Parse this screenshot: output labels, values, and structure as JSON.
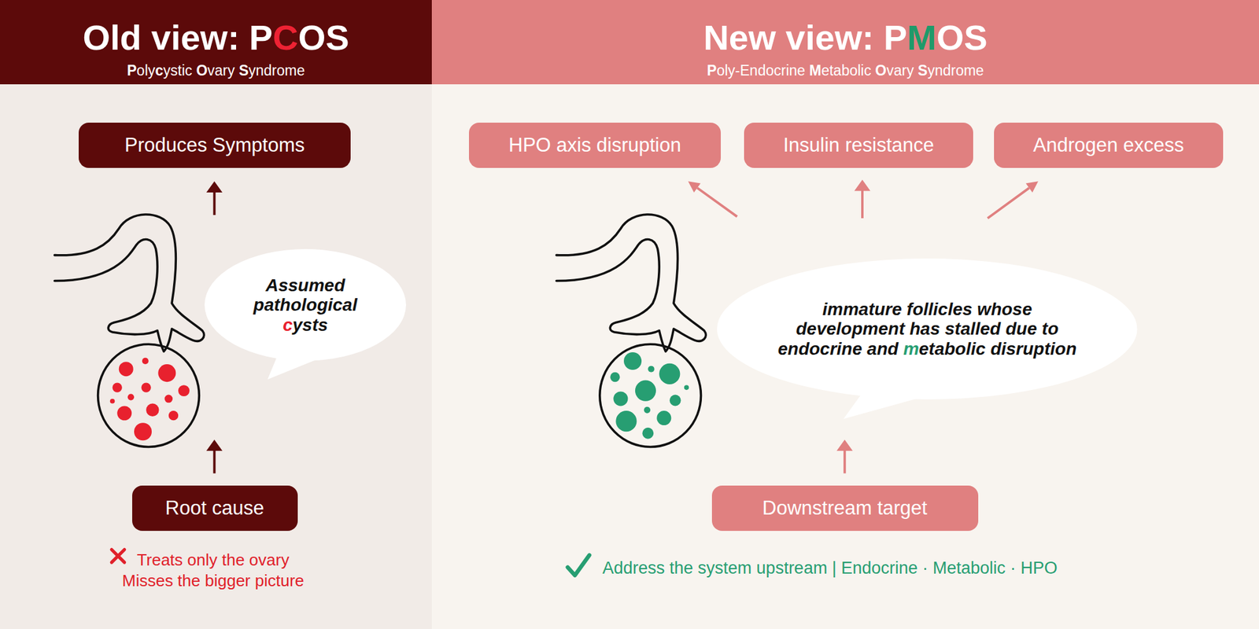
{
  "diagram": {
    "nodes": [
      {
        "text": [
          "Old view: PCOS",
          "Polycystic Ovary Syndrome"
        ]
      },
      {
        "text": [
          "New view: PMOS",
          "Poly-Endocrine Metabolic Ovary Syndrome"
        ]
      },
      {
        "text": [
          "Produces Symptoms"
        ]
      },
      {
        "text": [
          "Assumed pathological cysts"
        ]
      },
      {
        "text": [
          "Root cause"
        ]
      },
      {
        "text": [
          "HPO axis disruption"
        ]
      },
      {
        "text": [
          "Insulin resistance"
        ]
      },
      {
        "text": [
          "Androgen excess"
        ]
      },
      {
        "text": [
          "immature follicles whose development has stalled due to endocrine and metabolic disruption"
        ]
      },
      {
        "text": [
          "Downstream target"
        ]
      }
    ],
    "labels": [
      "Treats only the ovary Misses the bigger picture",
      "Address the system upstream | Endocrine · Metabolic · HPO"
    ]
  }
}
